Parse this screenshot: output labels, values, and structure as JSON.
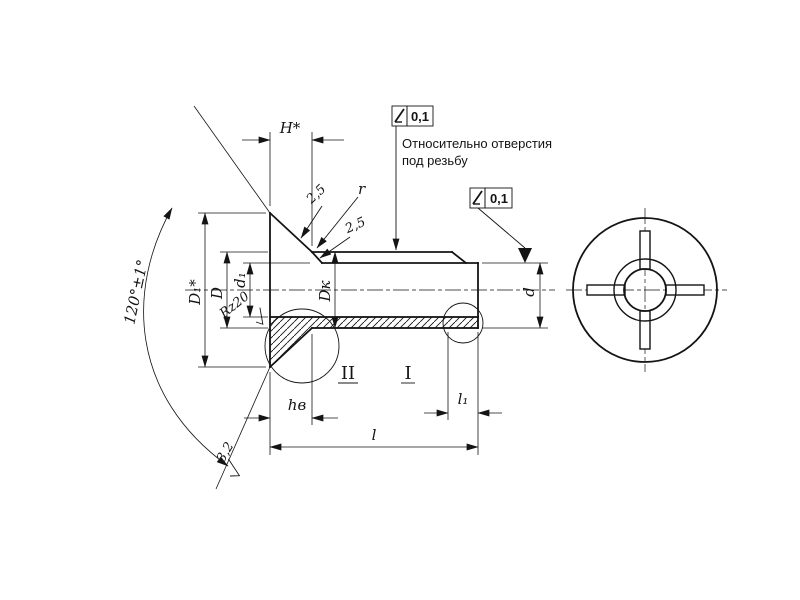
{
  "drawing": {
    "dimensions": {
      "head_height": "H*",
      "head_dia": "D₁*",
      "dia_D": "D",
      "bore_dia": "d₁",
      "dia_Dk": "Dк",
      "end_dia": "d",
      "head_depth": "hв",
      "end_len": "l₁",
      "total_len": "l",
      "cone_angle": "120°±1°",
      "chamfer_head": "2,5",
      "chamfer_bore": "2,5",
      "fillet": "r"
    },
    "roughness": {
      "cone": "Rz20",
      "face": "3,2"
    },
    "tolerances": {
      "frame1": {
        "symbol_icon": "angularity-icon",
        "value": "0,1"
      },
      "frame2": {
        "symbol_icon": "angularity-icon",
        "value": "0,1"
      }
    },
    "note": {
      "line1": "Относительно отверстия",
      "line2": "под  резьбу"
    },
    "details": {
      "one": "I",
      "two": "II"
    },
    "colors": {
      "ink": "#141414",
      "paper": "#ffffff"
    }
  }
}
